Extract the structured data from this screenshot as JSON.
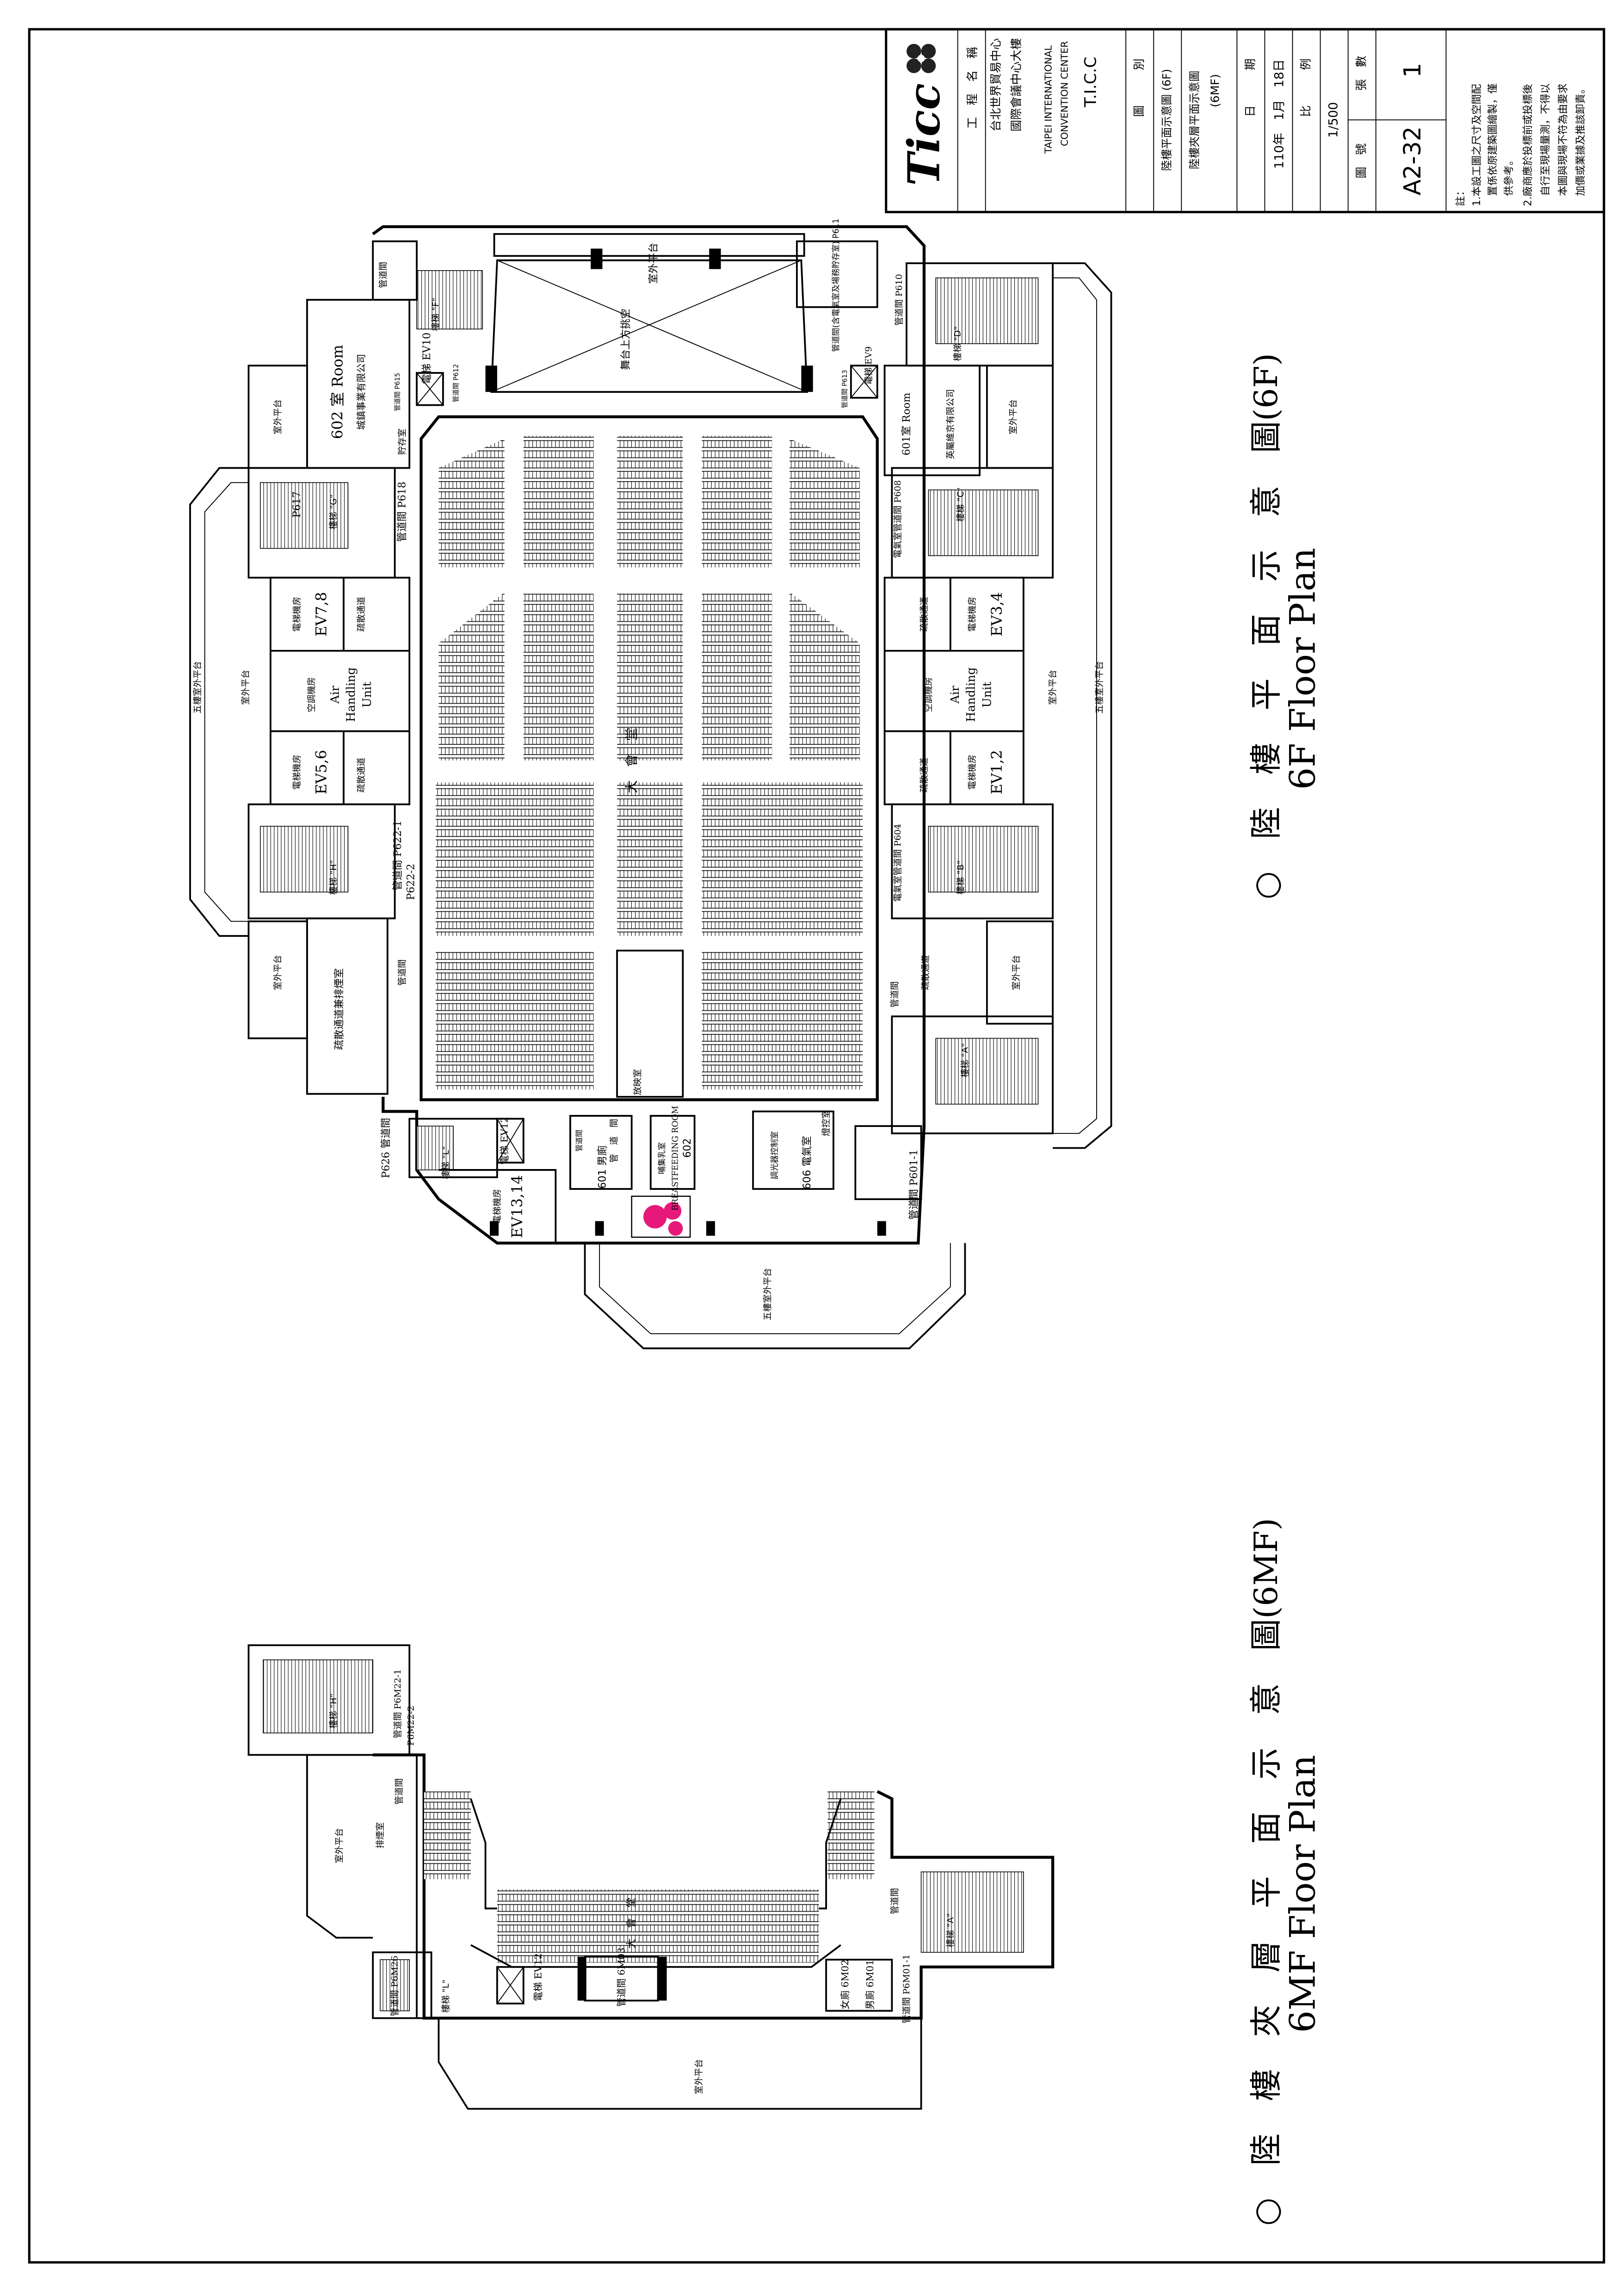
{
  "title_block": {
    "project_label": "工　程　名　稱",
    "project_name_zh_1": "台北世界貿易中心",
    "project_name_zh_2": "國際會議中心大樓",
    "project_name_en_1": "TAIPEI INTERNATIONAL",
    "project_name_en_2": "CONVENTION CENTER",
    "project_abbr": "T.I.C.C",
    "drawing_label": "圖　　　別",
    "drawing_1": "陸樓平面示意圖 (6F)",
    "drawing_2": "陸樓夾層平面示意圖",
    "drawing_2b": "(6MF)",
    "date_label": "日　　　期",
    "date": "110年　1月　18日",
    "scale_label": "比　　　例",
    "scale": "1/500",
    "drawing_no_label": "圖　號",
    "sheets_label": "張　數",
    "drawing_no": "A2-32",
    "sheets": "1",
    "notes_label": "註：",
    "notes": [
      "1.本設工圖之尺寸及空間配",
      "　置係依原建築圖繪製，僅",
      "　供參考。",
      "2.廠商應於投標前或投標後",
      "　自行至現場量測，不得以",
      "　本圖與現場不符為由要求",
      "　加價或業據及推該卸責。"
    ]
  },
  "logo": {
    "text": "Ticc"
  },
  "plan_6f": {
    "title": "○　陸　樓　平　面　示　意　圖(6F)",
    "subtitle": "6F Floor Plan",
    "labels": {
      "terrace": "室外平台",
      "terrace_5f": "五樓室外平台",
      "stage_void": "舞台上方挑空",
      "hall": "大　會　堂",
      "room_602": "602 室 Room",
      "room_602_co": "城鎮事業有限公司",
      "room_601": "601室 Room",
      "room_601_co": "英屬維京有限公司",
      "pipe": "管道間",
      "pipe_p611": "管道間(含電氣室及場務貯存室) P611",
      "pipe_p610": "管道間 P610",
      "pipe_p613": "管道間 P613",
      "pipe_p615": "管道間 P615",
      "pipe_p612": "管道間 P612",
      "storage": "貯存室",
      "pipe_p618": "管道間 P618",
      "p617": "P617",
      "pipe_p608": "電氣室管道間 P608",
      "pipe_p604": "電氣室管道間 P604",
      "pipe_p622": "管道間 P622-1",
      "pipe_p622_2": "P622-2",
      "pipe_p626": "P626 管道間",
      "pipe_p601": "管道間 P601-1",
      "stair_a": "樓梯 \"A\"",
      "stair_b": "樓梯 \"B\"",
      "stair_c": "樓梯 \"C\"",
      "stair_d": "樓梯 \"D\"",
      "stair_f": "樓梯 \"F\"",
      "stair_g": "樓梯 \"G\"",
      "stair_h": "樓梯 \"H\"",
      "stair_l": "樓梯 \"L\"",
      "elev_ev9": "電梯 EV9",
      "elev_ev10": "電梯 EV10",
      "elev_ev12": "電梯 EV12",
      "elev_room": "電梯機房",
      "ev78": "EV7,8",
      "ev56": "EV5,6",
      "ev34": "EV3,4",
      "ev12": "EV1,2",
      "ev1314": "EV13,14",
      "evac": "疏散通道",
      "evac_smoke": "疏散通道兼排煙室",
      "ahu_zh": "空調機房",
      "ahu_1": "Air",
      "ahu_2": "Handling",
      "ahu_3": "Unit",
      "projection": "放映室",
      "toilet_601": "601 男廁",
      "breastfeeding": "哺集乳室",
      "breastfeeding_en": "BREASTFEEDING ROOM",
      "room_602b": "602",
      "dimmer": "調光器控制室",
      "elec_606": "606 電氣室",
      "light_ctrl": "燈控室",
      "pipe_room": "管　道　間"
    }
  },
  "plan_6mf": {
    "title": "○　陸　樓　夾　層　平　面　示　意　圖(6MF)",
    "subtitle": "6MF Floor Plan",
    "labels": {
      "terrace": "室外平台",
      "hall": "大　會　堂",
      "stair_h": "樓梯 \"H\"",
      "stair_l": "樓梯 \"L\"",
      "stair_a": "樓梯 \"A\"",
      "pipe_p6m22": "管道間 P6M22-1",
      "pipe_p6m22_2": "P6M22-2",
      "smoke": "排煙室",
      "pipe": "管道間",
      "pipe_p6m26": "管道間 P6M26",
      "elev_ev12": "電梯 EV12",
      "pipe_6m03": "管道間 6M03",
      "toilet_f": "女廁 6M02",
      "toilet_m": "男廁 6M01",
      "pipe_p6m01": "管道間 P6M01-1"
    }
  }
}
